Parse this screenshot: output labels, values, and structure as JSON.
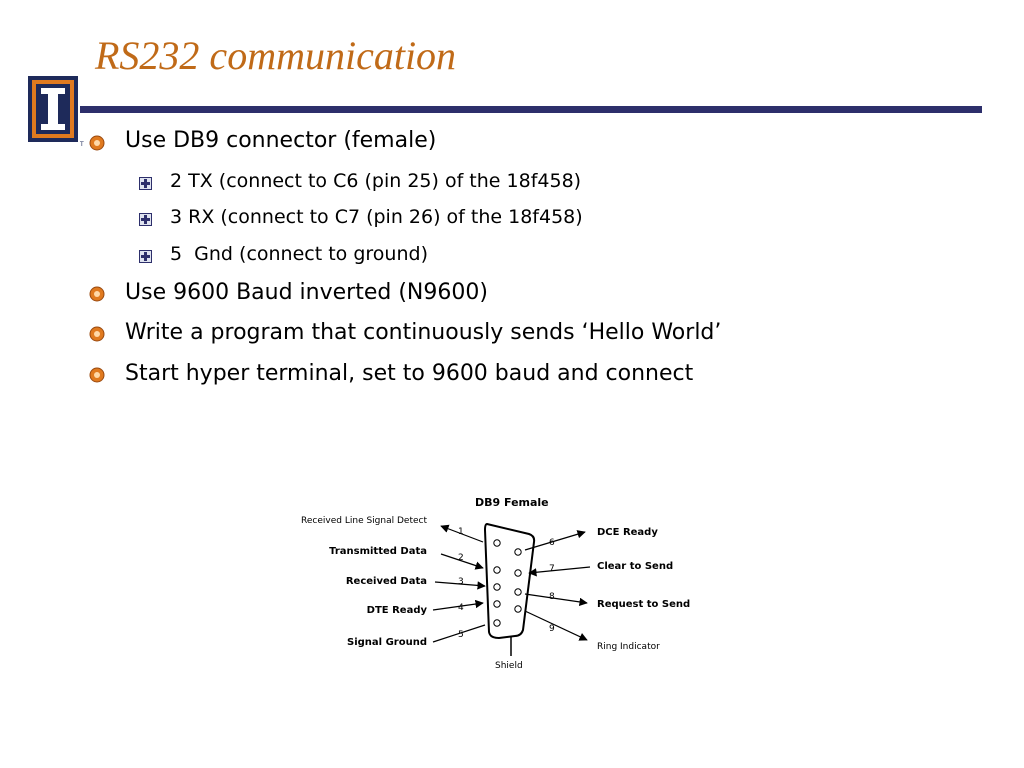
{
  "slide": {
    "title": "RS232 communication",
    "logo": {
      "icon": "university-block-i-logo",
      "mark": "TM"
    },
    "bullets": [
      {
        "text": "Use DB9 connector (female)",
        "sub": [
          "2 TX (connect to C6 (pin 25) of the 18f458)",
          "3 RX (connect to C7 (pin 26) of the 18f458)",
          "5  Gnd (connect to ground)"
        ]
      },
      {
        "text": "Use 9600 Baud inverted (N9600)"
      },
      {
        "text": "Write a program that continuously sends ‘Hello World’"
      },
      {
        "text": "Start hyper terminal, set to 9600 baud and connect"
      }
    ]
  },
  "diagram": {
    "title": "DB9 Female",
    "shield_label": "Shield",
    "left_pins": [
      {
        "num": "1",
        "label": "Received Line Signal Detect"
      },
      {
        "num": "2",
        "label": "Transmitted Data"
      },
      {
        "num": "3",
        "label": "Received Data"
      },
      {
        "num": "4",
        "label": "DTE Ready"
      },
      {
        "num": "5",
        "label": "Signal Ground"
      }
    ],
    "right_pins": [
      {
        "num": "6",
        "label": "DCE Ready"
      },
      {
        "num": "7",
        "label": "Clear to Send"
      },
      {
        "num": "8",
        "label": "Request to Send"
      },
      {
        "num": "9",
        "label": "Ring Indicator"
      }
    ]
  },
  "colors": {
    "title": "#c06a18",
    "rule": "#2d2f6b",
    "logo_orange": "#e07a1f",
    "logo_navy": "#1e2a5a"
  }
}
